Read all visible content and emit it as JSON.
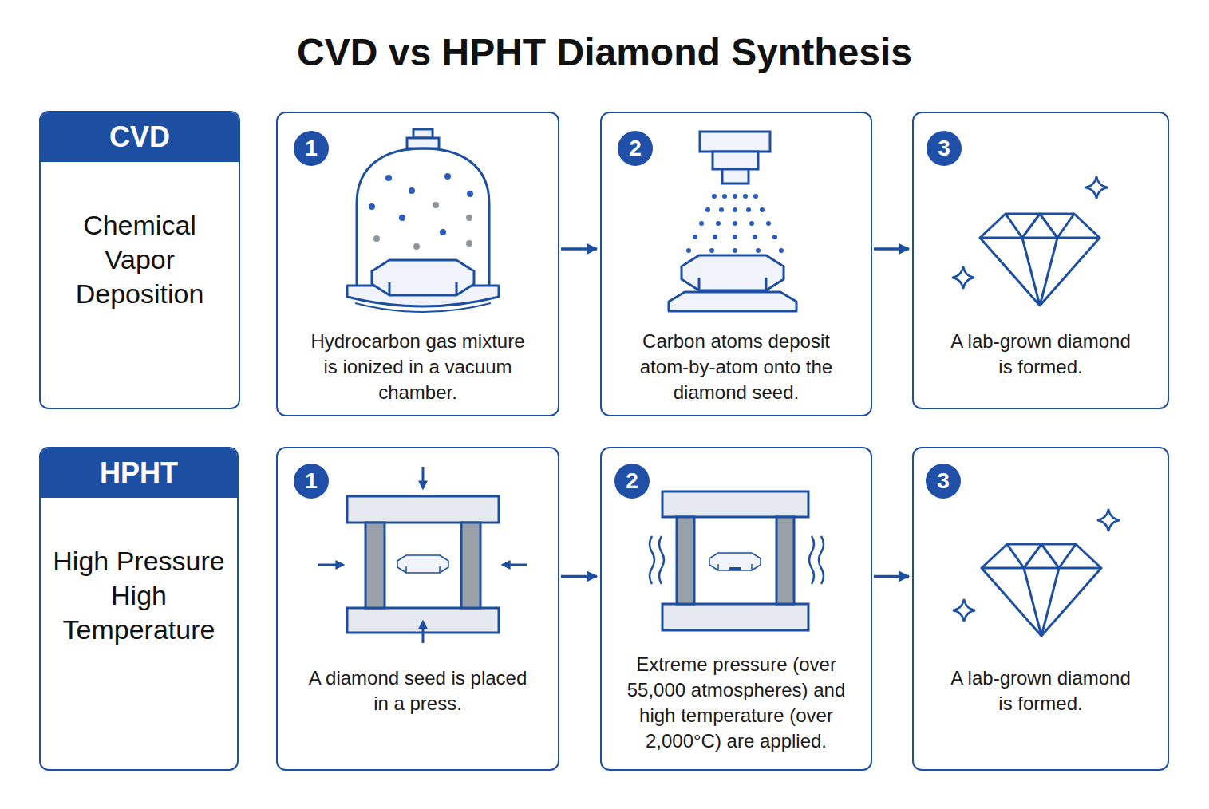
{
  "diagram": {
    "title": "CVD vs HPHT Diamond Synthesis",
    "nodes": [
      {
        "text": [
          "CVD",
          "Chemical Vapor Deposition"
        ]
      },
      {
        "text": [
          "Hydrocarbon gas mixture is ionized in a vacuum chamber."
        ]
      },
      {
        "text": [
          "1"
        ],
        "in": 1
      },
      {
        "text": [
          "Carbon atoms deposit atom-by-atom onto the diamond seed."
        ]
      },
      {
        "text": [
          "2"
        ],
        "in": 3
      },
      {
        "text": [
          "A lab-grown diamond is formed."
        ]
      },
      {
        "text": [
          "3"
        ],
        "in": 5
      },
      {
        "text": [
          "HPHT",
          "High Pressure High Temperature"
        ]
      },
      {
        "text": [
          "A diamond seed is placed in a press."
        ]
      },
      {
        "text": [
          "1"
        ],
        "in": 8
      },
      {
        "text": [
          "Extreme pressure (over 55,000 atmospheres) and high temperature (over 2,000°C) are applied."
        ]
      },
      {
        "text": [
          "2"
        ],
        "in": 10
      },
      {
        "text": [
          "A lab-grown diamond is formed."
        ]
      },
      {
        "text": [
          "3"
        ],
        "in": 12
      }
    ],
    "edges": [
      {
        "from": 1,
        "to": 3,
        "arrow": "to"
      },
      {
        "from": 3,
        "to": 5,
        "arrow": "to"
      },
      {
        "from": 8,
        "to": 10,
        "arrow": "to"
      },
      {
        "from": 10,
        "to": 12,
        "arrow": "to"
      }
    ]
  }
}
